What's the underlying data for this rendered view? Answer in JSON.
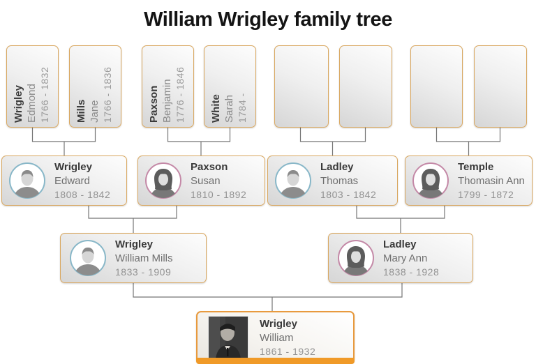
{
  "title": "William Wrigley family tree",
  "tree": {
    "generation1": [
      {
        "surname": "Wrigley",
        "given": "Edmond",
        "dates": "1766 - 1832"
      },
      {
        "surname": "Mills",
        "given": "Jane",
        "dates": "1766 - 1836"
      },
      {
        "surname": "Paxson",
        "given": "Benjamin",
        "dates": "1776 - 1846"
      },
      {
        "surname": "White",
        "given": "Sarah",
        "dates": "1784 -"
      },
      {
        "surname": "",
        "given": "",
        "dates": ""
      },
      {
        "surname": "",
        "given": "",
        "dates": ""
      },
      {
        "surname": "",
        "given": "",
        "dates": ""
      },
      {
        "surname": "",
        "given": "",
        "dates": ""
      }
    ],
    "generation2": [
      {
        "surname": "Wrigley",
        "given": "Edward",
        "dates": "1808 - 1842",
        "gender": "male"
      },
      {
        "surname": "Paxson",
        "given": "Susan",
        "dates": "1810 - 1892",
        "gender": "female"
      },
      {
        "surname": "Ladley",
        "given": "Thomas",
        "dates": "1803 - 1842",
        "gender": "male"
      },
      {
        "surname": "Temple",
        "given": "Thomasin Ann",
        "dates": "1799 - 1872",
        "gender": "female"
      }
    ],
    "generation3": [
      {
        "surname": "Wrigley",
        "given": "William Mills",
        "dates": "1833 - 1909",
        "gender": "male"
      },
      {
        "surname": "Ladley",
        "given": "Mary Ann",
        "dates": "1838 - 1928",
        "gender": "female"
      }
    ],
    "generation4": [
      {
        "surname": "Wrigley",
        "given": "William",
        "dates": "1861 - 1932",
        "portrait": "photo"
      }
    ]
  },
  "icons": {
    "male_avatar": "person-silhouette-in-blue-ring",
    "female_avatar": "person-silhouette-in-pink-ring",
    "root_portrait": "black-and-white-photo-portrait"
  },
  "colors": {
    "card_border": "#d9a75f",
    "root_card_border": "#e89a3e",
    "root_selected_bar": "#f09a28",
    "male_ring": "#88b7c8",
    "female_ring": "#c489a7",
    "connector": "#757575"
  }
}
